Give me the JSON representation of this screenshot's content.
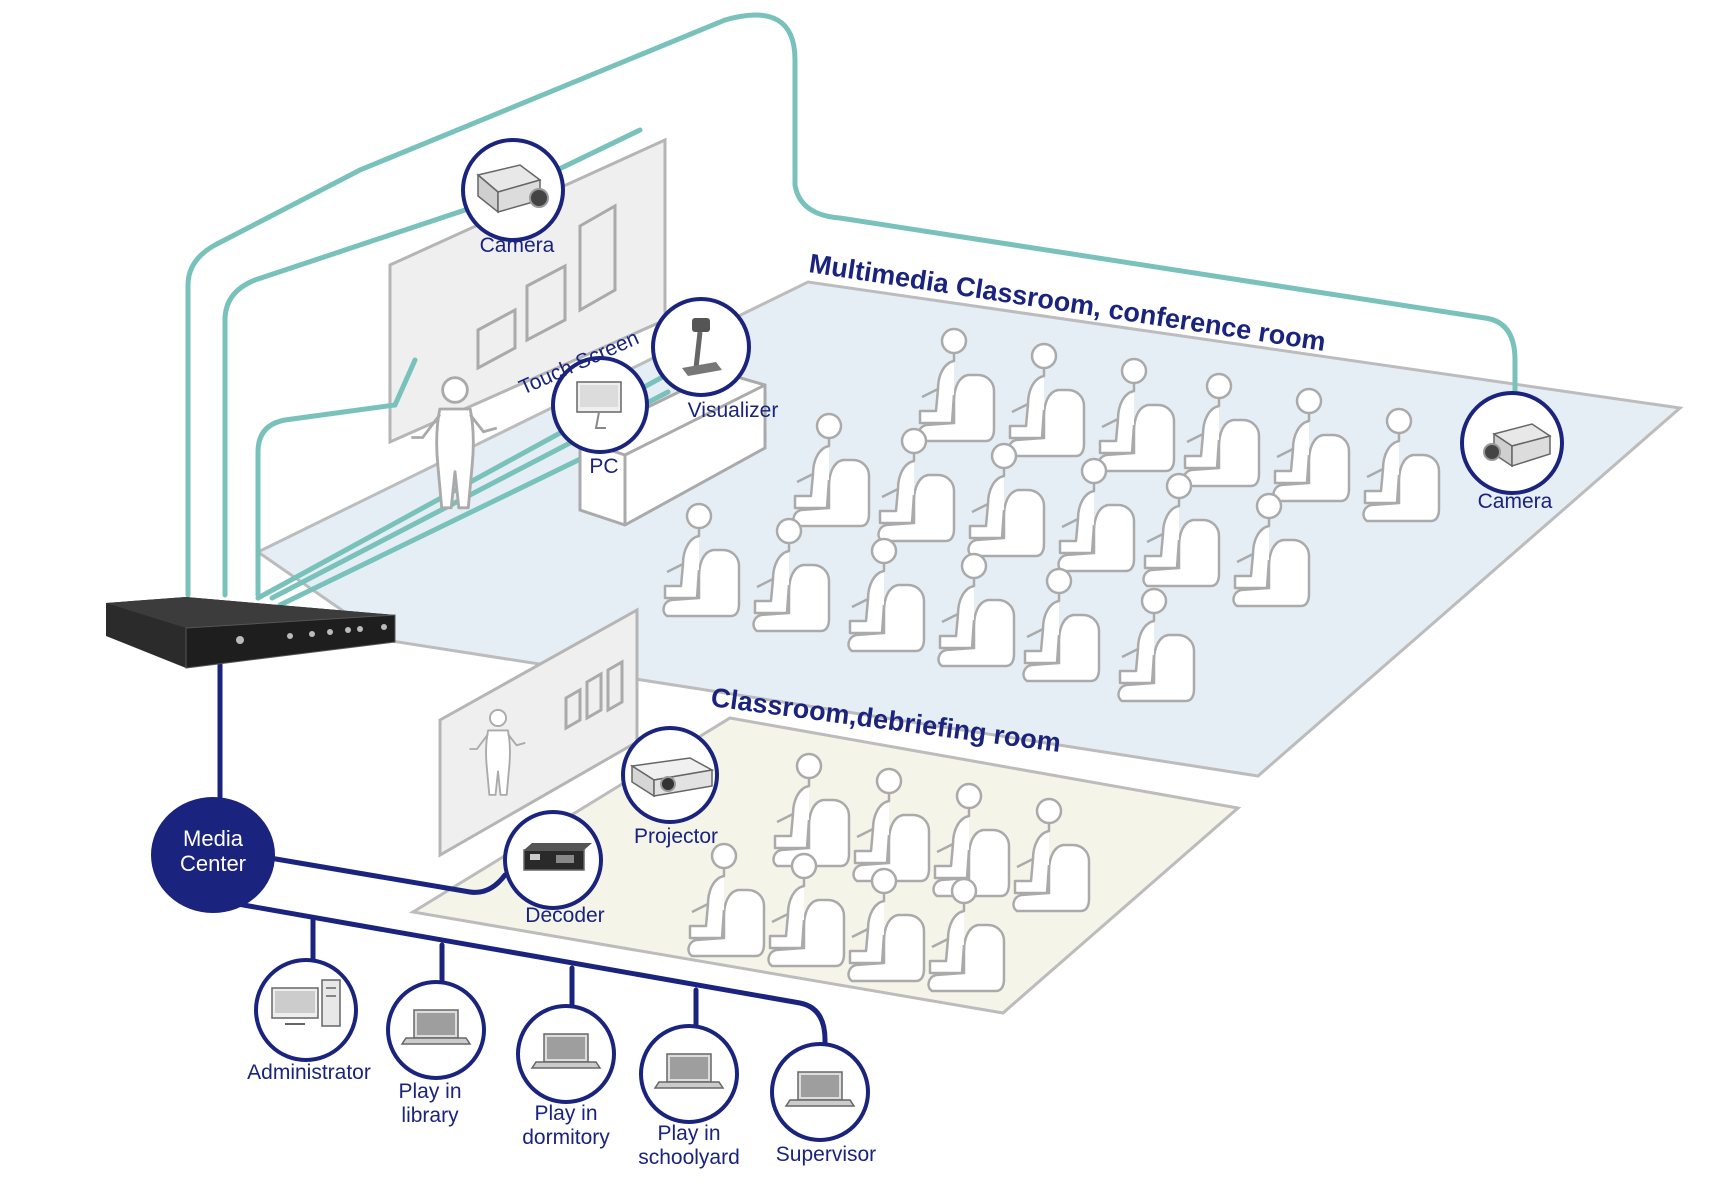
{
  "rooms": {
    "multimedia": "Multimedia Classroom, conference room",
    "classroom": "Classroom,debriefing room"
  },
  "devices": {
    "camera_wall": "Camera",
    "camera_right": "Camera",
    "touch_screen": "Touch Screen",
    "visualizer": "Visualizer",
    "pc": "PC",
    "projector": "Projector",
    "decoder": "Decoder",
    "media_center_line1": "Media",
    "media_center_line2": "Center"
  },
  "clients": {
    "administrator": "Administrator",
    "library_line1": "Play in",
    "library_line2": "library",
    "dormitory_line1": "Play in",
    "dormitory_line2": "dormitory",
    "schoolyard_line1": "Play in",
    "schoolyard_line2": "schoolyard",
    "supervisor": "Supervisor"
  },
  "colors": {
    "teal_cable": "#78c2bb",
    "navy": "#1a237e",
    "room_floor": "#e6eef5",
    "debrief_floor": "#f4f4e8"
  }
}
